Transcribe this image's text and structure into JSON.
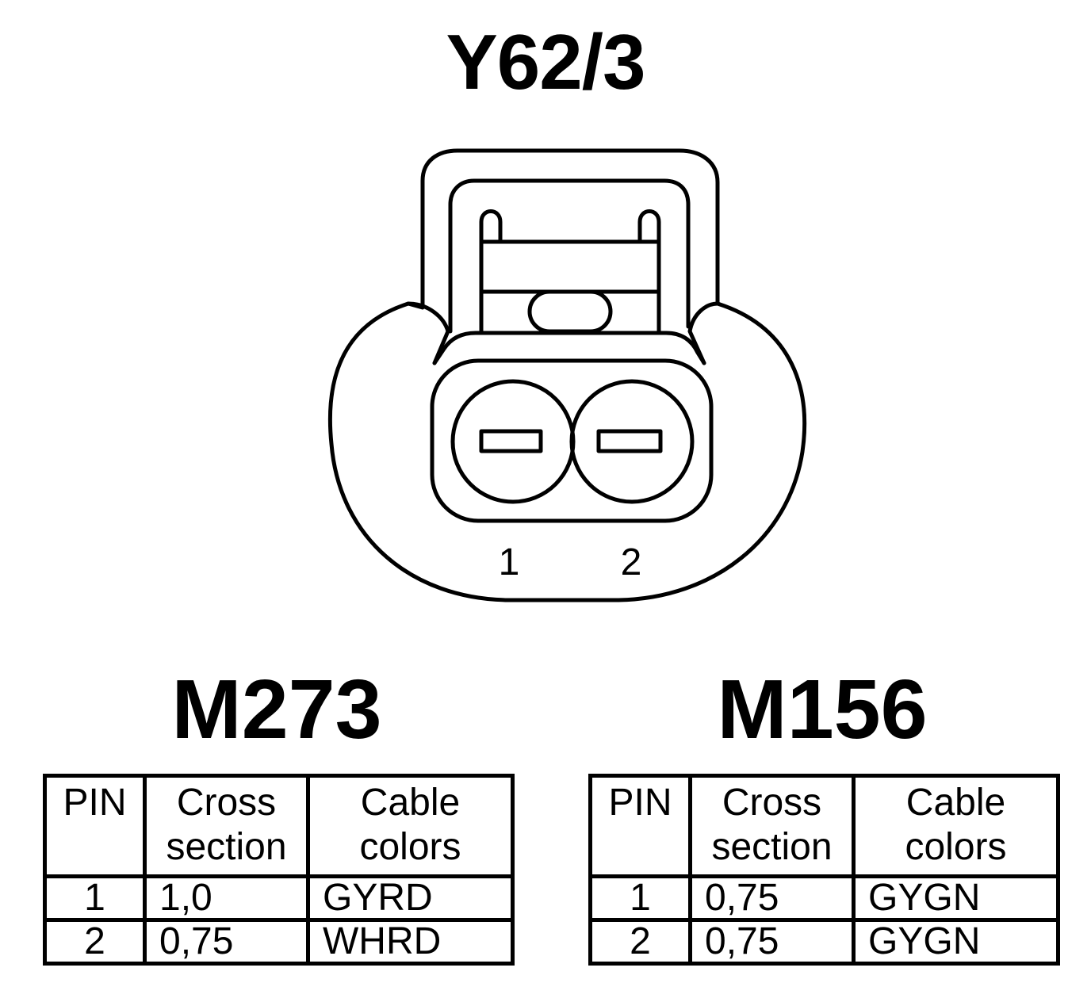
{
  "connector": {
    "title": "Y62/3",
    "pin_labels": [
      "1",
      "2"
    ]
  },
  "engines": [
    {
      "name": "M273",
      "headers": {
        "pin": "PIN",
        "cross_line1": "Cross",
        "cross_line2": "section",
        "cable_line1": "Cable",
        "cable_line2": "colors"
      },
      "rows": [
        {
          "pin": "1",
          "cross_section": "1,0",
          "cable_color": "GYRD"
        },
        {
          "pin": "2",
          "cross_section": "0,75",
          "cable_color": "WHRD"
        }
      ]
    },
    {
      "name": "M156",
      "headers": {
        "pin": "PIN",
        "cross_line1": "Cross",
        "cross_line2": "section",
        "cable_line1": "Cable",
        "cable_line2": "colors"
      },
      "rows": [
        {
          "pin": "1",
          "cross_section": "0,75",
          "cable_color": "GYGN"
        },
        {
          "pin": "2",
          "cross_section": "0,75",
          "cable_color": "GYGN"
        }
      ]
    }
  ]
}
